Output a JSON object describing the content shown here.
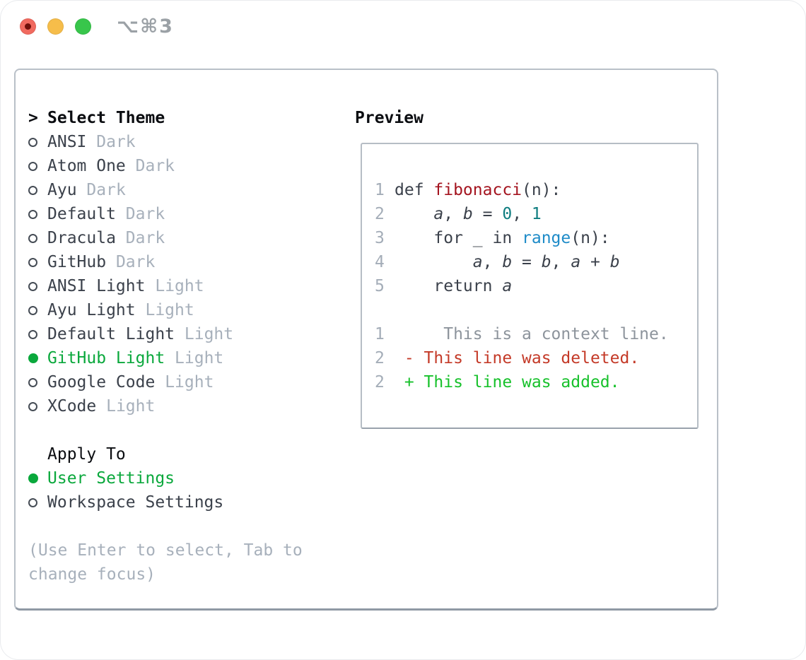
{
  "window": {
    "shortcut_title": "⌥⌘3"
  },
  "theme_picker": {
    "header_prefix": ">",
    "header": "Select Theme",
    "items": [
      {
        "name": "ANSI",
        "tag": "Dark",
        "selected": false
      },
      {
        "name": "Atom One",
        "tag": "Dark",
        "selected": false
      },
      {
        "name": "Ayu",
        "tag": "Dark",
        "selected": false
      },
      {
        "name": "Default",
        "tag": "Dark",
        "selected": false
      },
      {
        "name": "Dracula",
        "tag": "Dark",
        "selected": false
      },
      {
        "name": "GitHub",
        "tag": "Dark",
        "selected": false
      },
      {
        "name": "ANSI Light",
        "tag": "Light",
        "selected": false
      },
      {
        "name": "Ayu Light",
        "tag": "Light",
        "selected": false
      },
      {
        "name": "Default Light",
        "tag": "Light",
        "selected": false
      },
      {
        "name": "GitHub Light",
        "tag": "Light",
        "selected": true
      },
      {
        "name": "Google Code",
        "tag": "Light",
        "selected": false
      },
      {
        "name": "XCode",
        "tag": "Light",
        "selected": false
      }
    ],
    "apply_to": {
      "header": "Apply To",
      "options": [
        {
          "label": "User Settings",
          "selected": true
        },
        {
          "label": "Workspace Settings",
          "selected": false
        }
      ]
    },
    "hint": "(Use Enter to select, Tab to change focus)"
  },
  "preview": {
    "header": "Preview",
    "code_lines": [
      {
        "no": "1",
        "segs": [
          {
            "t": "def ",
            "c": "plain"
          },
          {
            "t": "fibonacci",
            "c": "func"
          },
          {
            "t": "(n):",
            "c": "plain"
          }
        ]
      },
      {
        "no": "2",
        "segs": [
          {
            "t": "    ",
            "c": "plain"
          },
          {
            "t": "a",
            "c": "var"
          },
          {
            "t": ", ",
            "c": "plain"
          },
          {
            "t": "b",
            "c": "var"
          },
          {
            "t": " = ",
            "c": "plain"
          },
          {
            "t": "0",
            "c": "num"
          },
          {
            "t": ", ",
            "c": "plain"
          },
          {
            "t": "1",
            "c": "num"
          }
        ]
      },
      {
        "no": "3",
        "segs": [
          {
            "t": "    for _ in ",
            "c": "plain"
          },
          {
            "t": "range",
            "c": "builtin"
          },
          {
            "t": "(n):",
            "c": "plain"
          }
        ]
      },
      {
        "no": "4",
        "segs": [
          {
            "t": "        ",
            "c": "plain"
          },
          {
            "t": "a",
            "c": "var"
          },
          {
            "t": ", ",
            "c": "plain"
          },
          {
            "t": "b",
            "c": "var"
          },
          {
            "t": " = ",
            "c": "plain"
          },
          {
            "t": "b",
            "c": "var"
          },
          {
            "t": ", ",
            "c": "plain"
          },
          {
            "t": "a",
            "c": "var"
          },
          {
            "t": " + ",
            "c": "plain"
          },
          {
            "t": "b",
            "c": "var"
          }
        ]
      },
      {
        "no": "5",
        "segs": [
          {
            "t": "    return ",
            "c": "plain"
          },
          {
            "t": "a",
            "c": "var"
          }
        ]
      }
    ],
    "diff_lines": [
      {
        "no": "1",
        "segs": [
          {
            "t": "     This is a context line.",
            "c": "context"
          }
        ]
      },
      {
        "no": "2",
        "segs": [
          {
            "t": " - This line was deleted.",
            "c": "deleted"
          }
        ]
      },
      {
        "no": "2",
        "segs": [
          {
            "t": " + This line was added.",
            "c": "added"
          }
        ]
      }
    ]
  },
  "colors": {
    "accent_green": "#0aa83c",
    "added_green": "#17c12b",
    "deleted_red": "#c43a28",
    "func_red": "#a4141f",
    "number_teal": "#0f7d80",
    "builtin_blue": "#1e8bc8",
    "lineno_gray": "#a4adb8",
    "context_gray": "#8d949c",
    "item_text": "#3b414b",
    "tag_gray": "#a7b0bb",
    "hint_gray": "#a7b0bb",
    "header_black": "#0b0d11",
    "panel_border": "#b9c0c8",
    "panel_border_bottom": "#8f99a4",
    "box_border": "#b6bdc5",
    "box_border_bottom": "#99a2ac",
    "titlebar_text": "#9ba1a6",
    "traffic_red": "#f16a5f",
    "traffic_red_dot": "#70100a",
    "traffic_yellow": "#f6bd4a",
    "traffic_green": "#38c64b"
  }
}
